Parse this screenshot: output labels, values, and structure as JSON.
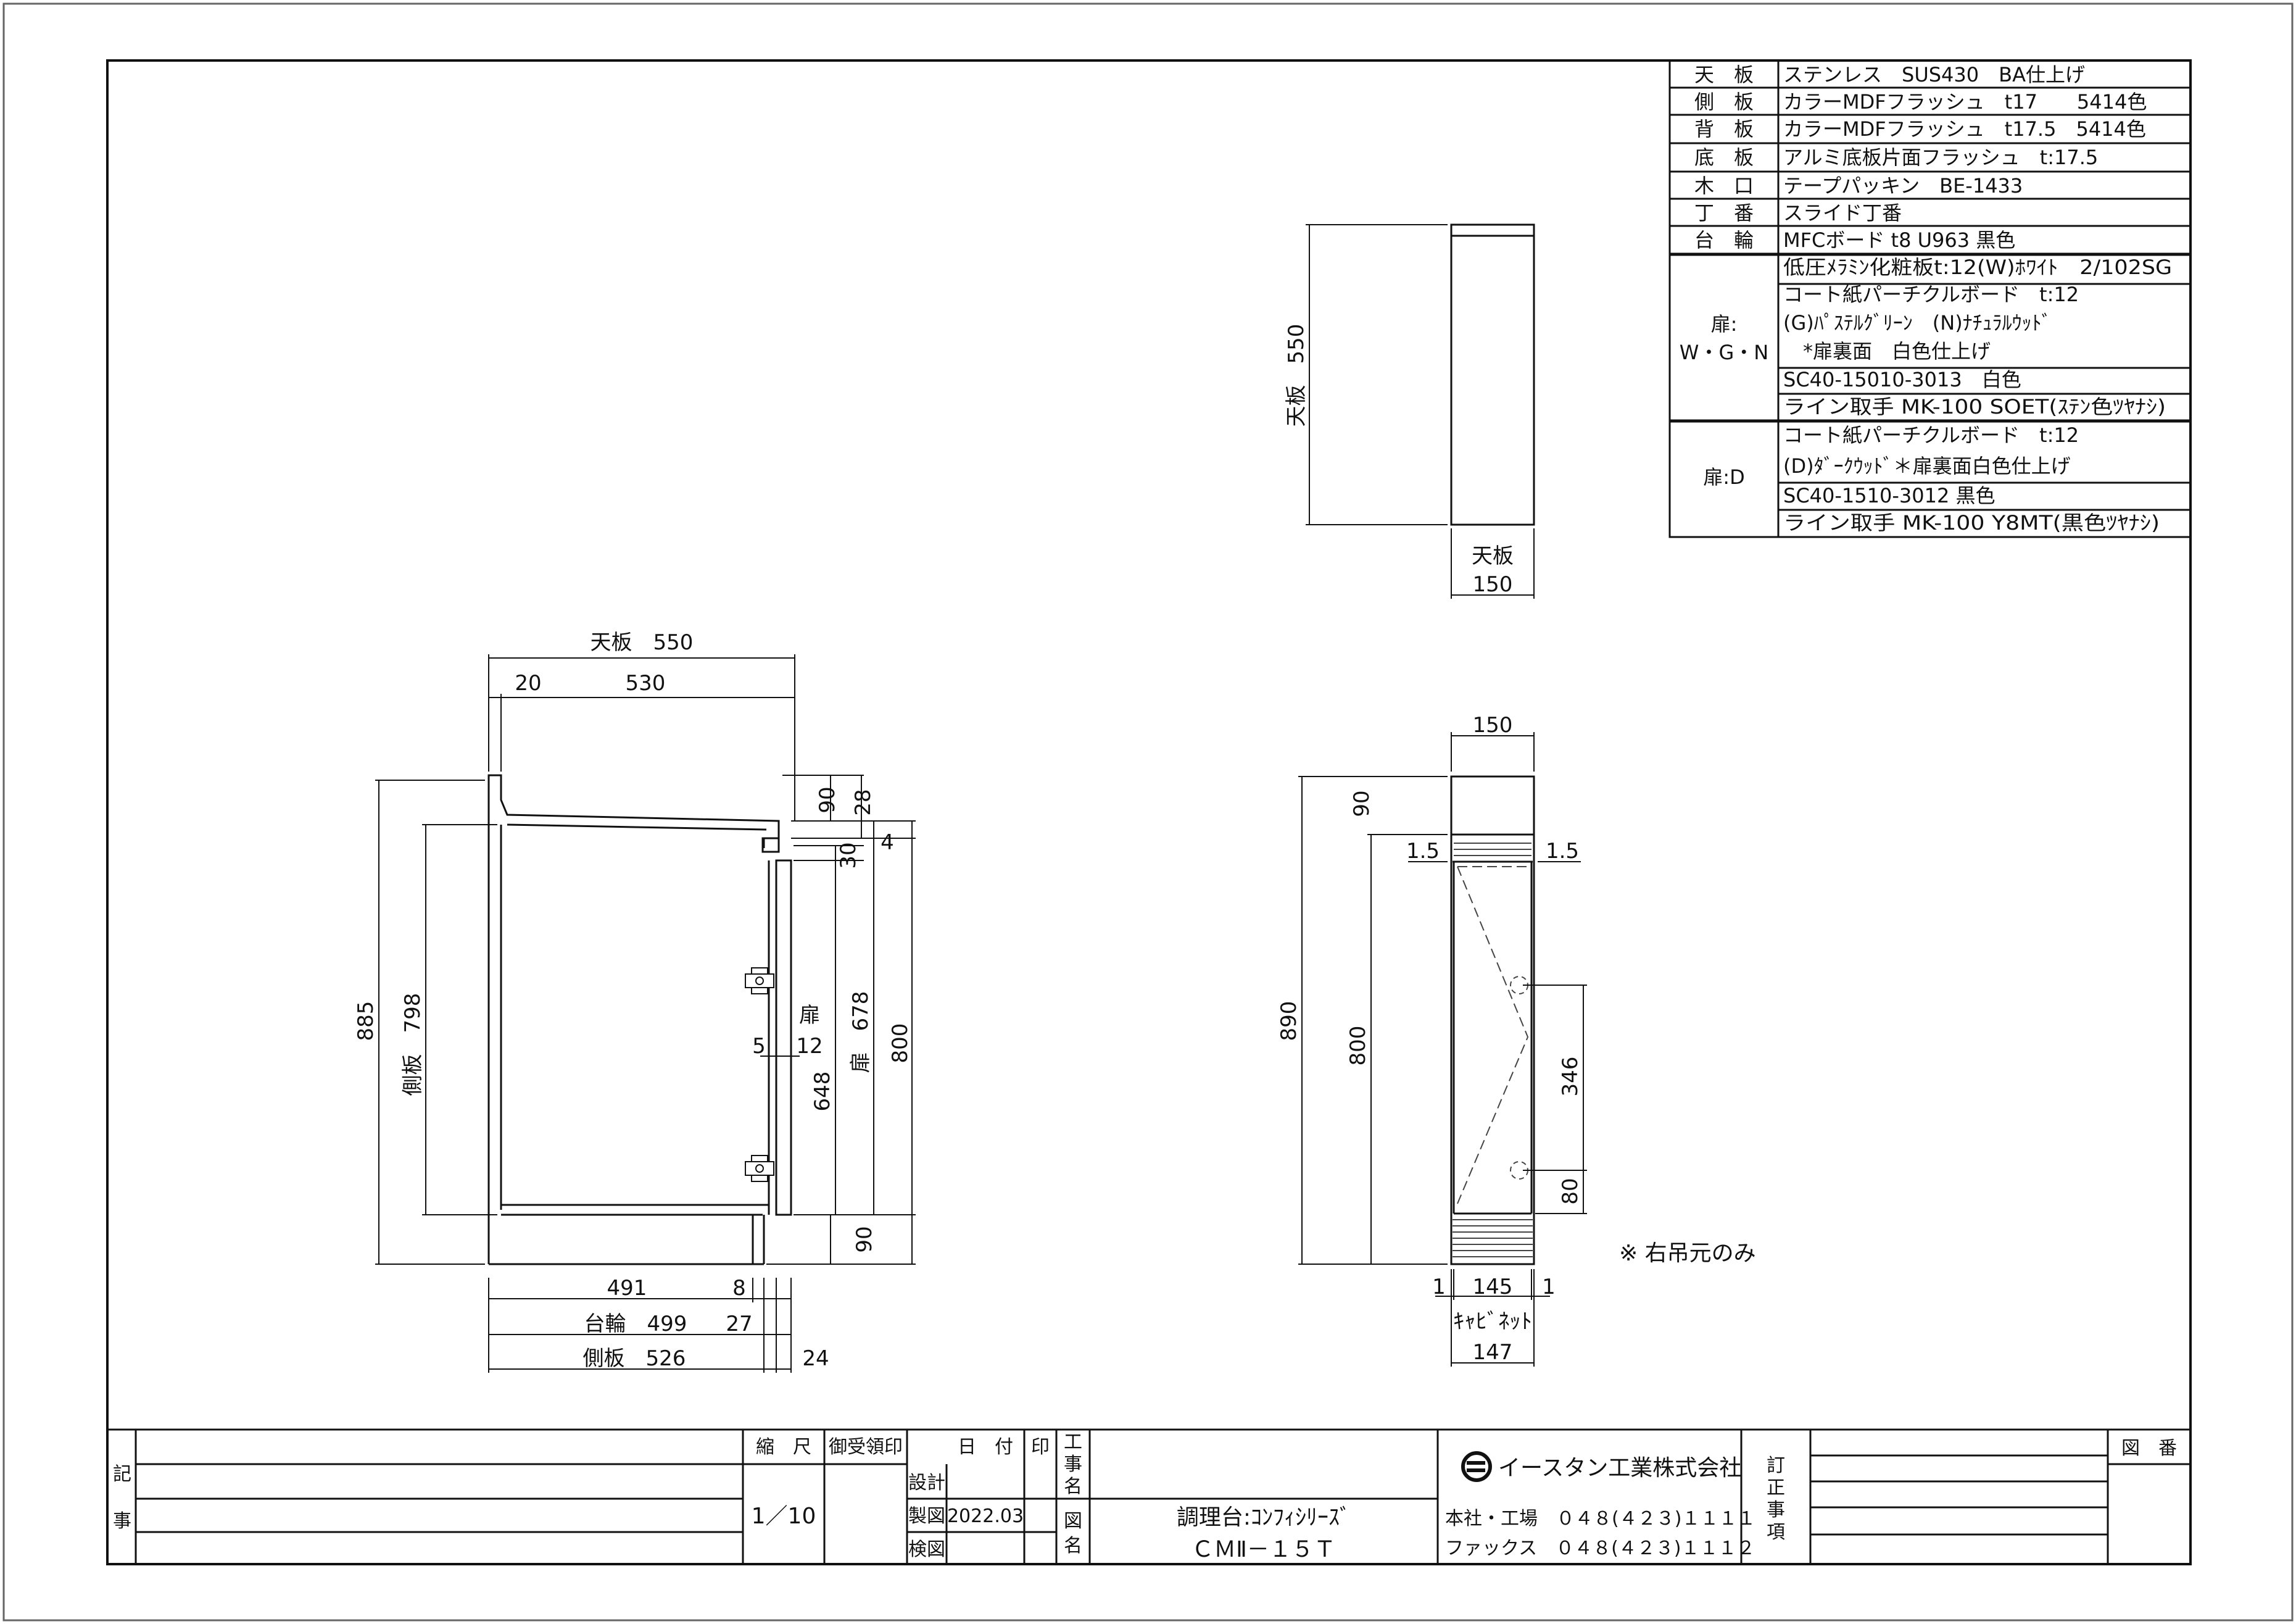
{
  "specs": {
    "rows": [
      {
        "k": "天　板",
        "v": "ステンレス　SUS430　BA仕上げ"
      },
      {
        "k": "側　板",
        "v": "カラーMDFフラッシュ　t17　　5414色"
      },
      {
        "k": "背　板",
        "v": "カラーMDFフラッシュ　t17.5　5414色"
      },
      {
        "k": "底　板",
        "v": "アルミ底板片面フラッシュ　t:17.5"
      },
      {
        "k": "木　口",
        "v": "テープパッキン　BE-1433"
      },
      {
        "k": "丁　番",
        "v": "スライド丁番"
      },
      {
        "k": "台　輪",
        "v": "MFCボード t8 U963 黒色"
      }
    ],
    "door_wgn": {
      "k1": "扉:",
      "k2": "W・G・N",
      "lines": [
        "低圧ﾒﾗﾐﾝ化粧板t:12(W)ﾎﾜｲﾄ　2/102SG",
        "コート紙パーチクルボード　t:12",
        "(G)ﾊﾟｽﾃﾙｸﾞﾘｰﾝ　(N)ﾅﾁｭﾗﾙｳｯﾄﾞ",
        "　*扉裏面　白色仕上げ",
        "SC40-15010-3013　白色",
        "ライン取手 MK-100 SOET(ｽﾃﾝ色ﾂﾔﾅｼ)"
      ]
    },
    "door_d": {
      "k": "扉:D",
      "lines": [
        "コート紙パーチクルボード　t:12",
        "(D)ﾀﾞｰｸｳｯﾄﾞ＊扉裏面白色仕上げ",
        "SC40-1510-3012 黒色",
        "ライン取手 MK-100 Y8MT(黒色ﾂﾔﾅｼ)"
      ]
    }
  },
  "top_view": {
    "side_label": "天板　550",
    "bottom_label1": "天板",
    "bottom_label2": "150"
  },
  "side_view": {
    "top_total": "天板　550",
    "top_a": "20",
    "top_b": "530",
    "h_total": "885",
    "h_side": "側板　798",
    "r_90a": "90",
    "r_28": "28",
    "r_4": "4",
    "r_30": "30",
    "door_678": "扉　678",
    "door_label": "扉",
    "gap_5": "5",
    "door_12": "12",
    "h_648": "648",
    "h_800": "800",
    "r_90b": "90",
    "b_491": "491",
    "b_8": "8",
    "b_base": "台輪　499",
    "b_27": "27",
    "b_side": "側板　526",
    "b_24": "24"
  },
  "front_view": {
    "w_150": "150",
    "h_90": "90",
    "l_15": "1.5",
    "r_15": "1.5",
    "h_890": "890",
    "h_800": "800",
    "h_346": "346",
    "h_80": "80",
    "b_1a": "1",
    "b_145": "145",
    "b_1b": "1",
    "cab_label": "ｷｬﾋﾞﾈｯﾄ",
    "cab_147": "147",
    "note": "※ 右吊元のみ"
  },
  "title_block": {
    "ki": "記",
    "ji": "事",
    "scale_label": "縮　尺",
    "scale": "1／10",
    "approval": "御受領印",
    "date_label": "日　付",
    "stamp": "印",
    "sekkei": "設計",
    "seizu": "製図",
    "date": "2022.03",
    "kenzu": "検図",
    "kouji1": "工",
    "kouji2": "事",
    "kouji3": "名",
    "zumei1": "図",
    "zumei2": "名",
    "drawing_title": "調理台:ｺﾝﾌｨｼﾘｰｽﾞ",
    "drawing_code": "ＣＭⅡ－１５Ｔ",
    "company": "イースタン工業株式会社",
    "hq": "本社・工場　０４８(４２３)１１１１",
    "fax": "ファックス　０４８(４２３)１１１２",
    "rev1": "訂",
    "rev2": "正",
    "rev3": "事",
    "rev4": "項",
    "zuban": "図　番"
  }
}
